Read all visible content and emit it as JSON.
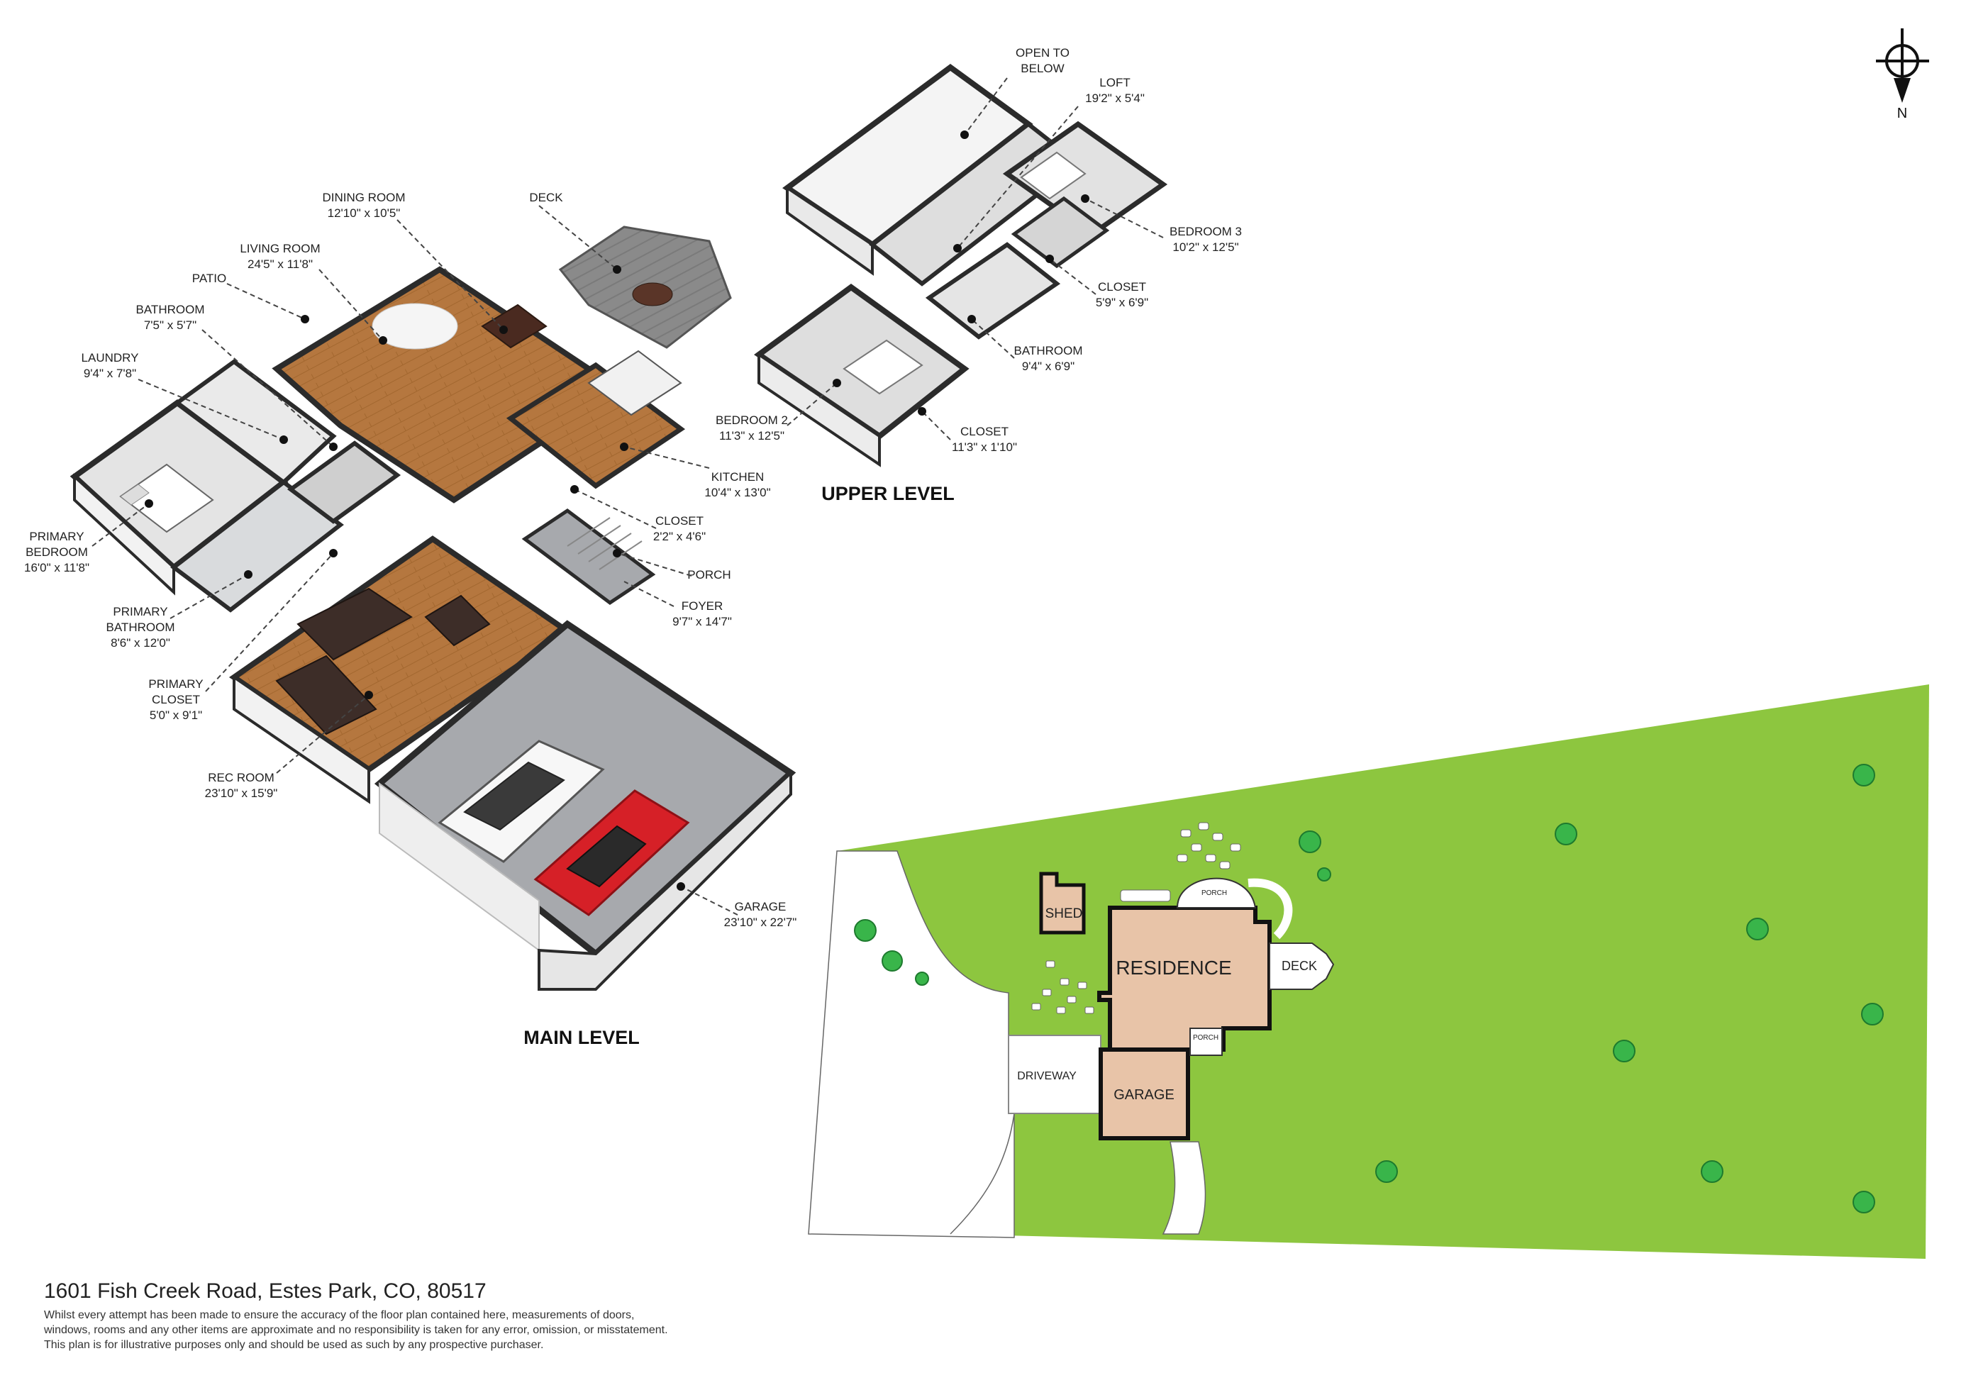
{
  "levels": {
    "main": "MAIN LEVEL",
    "upper": "UPPER LEVEL"
  },
  "rooms": [
    {
      "id": "dining",
      "name": "DINING ROOM",
      "dim": "12'10\" x 10'5\""
    },
    {
      "id": "deck",
      "name": "DECK",
      "dim": ""
    },
    {
      "id": "living",
      "name": "LIVING ROOM",
      "dim": "24'5\" x 11'8\""
    },
    {
      "id": "patio",
      "name": "PATIO",
      "dim": ""
    },
    {
      "id": "bath1",
      "name": "BATHROOM",
      "dim": "7'5\" x 5'7\""
    },
    {
      "id": "laundry",
      "name": "LAUNDRY",
      "dim": "9'4\" x 7'8\""
    },
    {
      "id": "primary-bed",
      "name": "PRIMARY",
      "name2": "BEDROOM",
      "dim": "16'0\" x 11'8\""
    },
    {
      "id": "primary-bath",
      "name": "PRIMARY",
      "name2": "BATHROOM",
      "dim": "8'6\" x 12'0\""
    },
    {
      "id": "primary-closet",
      "name": "PRIMARY",
      "name2": "CLOSET",
      "dim": "5'0\" x 9'1\""
    },
    {
      "id": "rec",
      "name": "REC ROOM",
      "dim": "23'10\" x 15'9\""
    },
    {
      "id": "kitchen",
      "name": "KITCHEN",
      "dim": "10'4\" x 13'0\""
    },
    {
      "id": "closet-main",
      "name": "CLOSET",
      "dim": "2'2\" x 4'6\""
    },
    {
      "id": "porch",
      "name": "PORCH",
      "dim": ""
    },
    {
      "id": "foyer",
      "name": "FOYER",
      "dim": "9'7\" x 14'7\""
    },
    {
      "id": "garage",
      "name": "GARAGE",
      "dim": "23'10\" x 22'7\""
    },
    {
      "id": "open",
      "name": "OPEN TO",
      "name2": "BELOW",
      "dim": ""
    },
    {
      "id": "loft",
      "name": "LOFT",
      "dim": "19'2\" x 5'4\""
    },
    {
      "id": "bed3",
      "name": "BEDROOM 3",
      "dim": "10'2\" x 12'5\""
    },
    {
      "id": "closet-up",
      "name": "CLOSET",
      "dim": "5'9\" x 6'9\""
    },
    {
      "id": "bath-up",
      "name": "BATHROOM",
      "dim": "9'4\" x 6'9\""
    },
    {
      "id": "bed2",
      "name": "BEDROOM 2",
      "dim": "11'3\" x 12'5\""
    },
    {
      "id": "closet-up2",
      "name": "CLOSET",
      "dim": "11'3\" x 1'10\""
    }
  ],
  "site": {
    "residence": "RESIDENCE",
    "shed": "SHED",
    "deck": "DECK",
    "porch_top": "PORCH",
    "porch_side": "PORCH",
    "garage": "GARAGE",
    "driveway": "DRIVEWAY"
  },
  "compass": {
    "north": "N"
  },
  "colors": {
    "lawn": "#8dc63f",
    "building": "#e8c4a8",
    "wood": "#b5773f",
    "garage_floor": "#a7a9ad",
    "deck_floor": "#8f8f8f",
    "wall_top": "#2b2b2b",
    "wall_face": "#ededed",
    "car_red": "#d62027",
    "tree": "#39b54a"
  },
  "footer": {
    "address": "1601 Fish Creek Road, Estes Park, CO, 80517",
    "line1": "Whilst every attempt has been made to ensure the accuracy of the floor plan contained here, measurements of doors,",
    "line2": "windows, rooms and any other items are approximate and no responsibility is taken for any error, omission, or misstatement.",
    "line3": "This plan is for illustrative purposes only and should be used as such by any prospective purchaser."
  }
}
